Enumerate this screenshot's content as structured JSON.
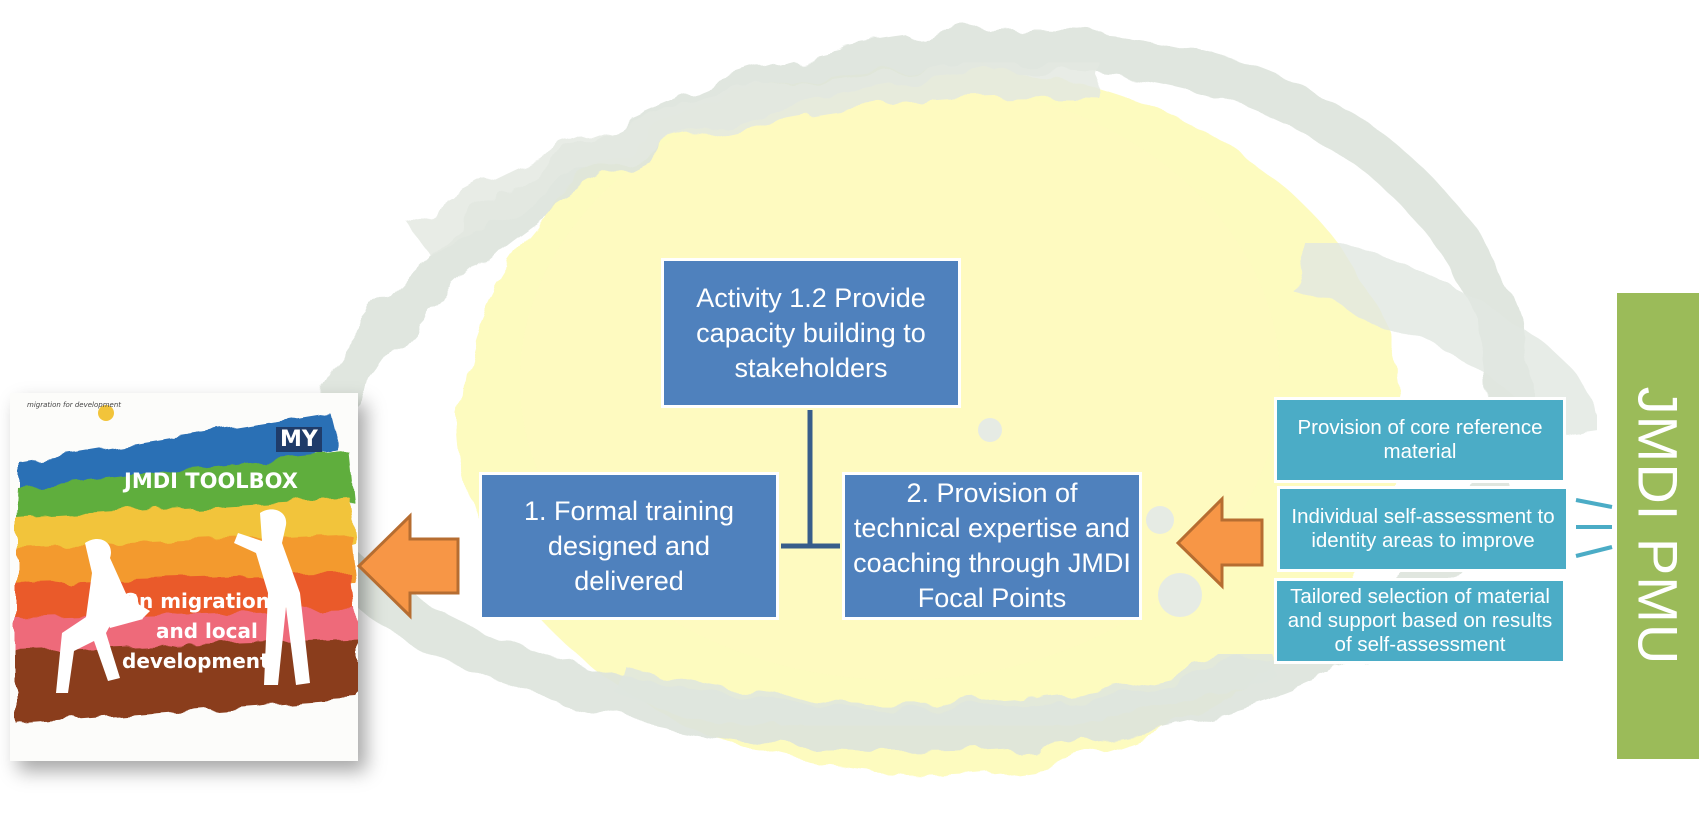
{
  "diagram": {
    "activity_box": "Activity 1.2 Provide capacity building to stakeholders",
    "branch_left": "1. Formal training designed and delivered",
    "branch_right": "2. Provision of technical expertise and coaching through JMDI Focal Points",
    "support_items": [
      "Provision of core reference material",
      "Individual self-assessment to identity areas to improve",
      "Tailored selection of material and support based on results of self-assessment"
    ],
    "side_label": "JMDI PMU"
  },
  "book_cover": {
    "publisher": "migration for development",
    "title_prefix": "MY",
    "title": "JMDI TOOLBOX",
    "subtitle_lines": [
      "On migration",
      "and local",
      "development"
    ]
  },
  "colors": {
    "primary_box": "#4f81bd",
    "support_box": "#4bacc6",
    "side_bar": "#9bbb59",
    "arrow": "#f79646",
    "arrow_outline": "#b66d31",
    "connector": "#385d8a"
  }
}
